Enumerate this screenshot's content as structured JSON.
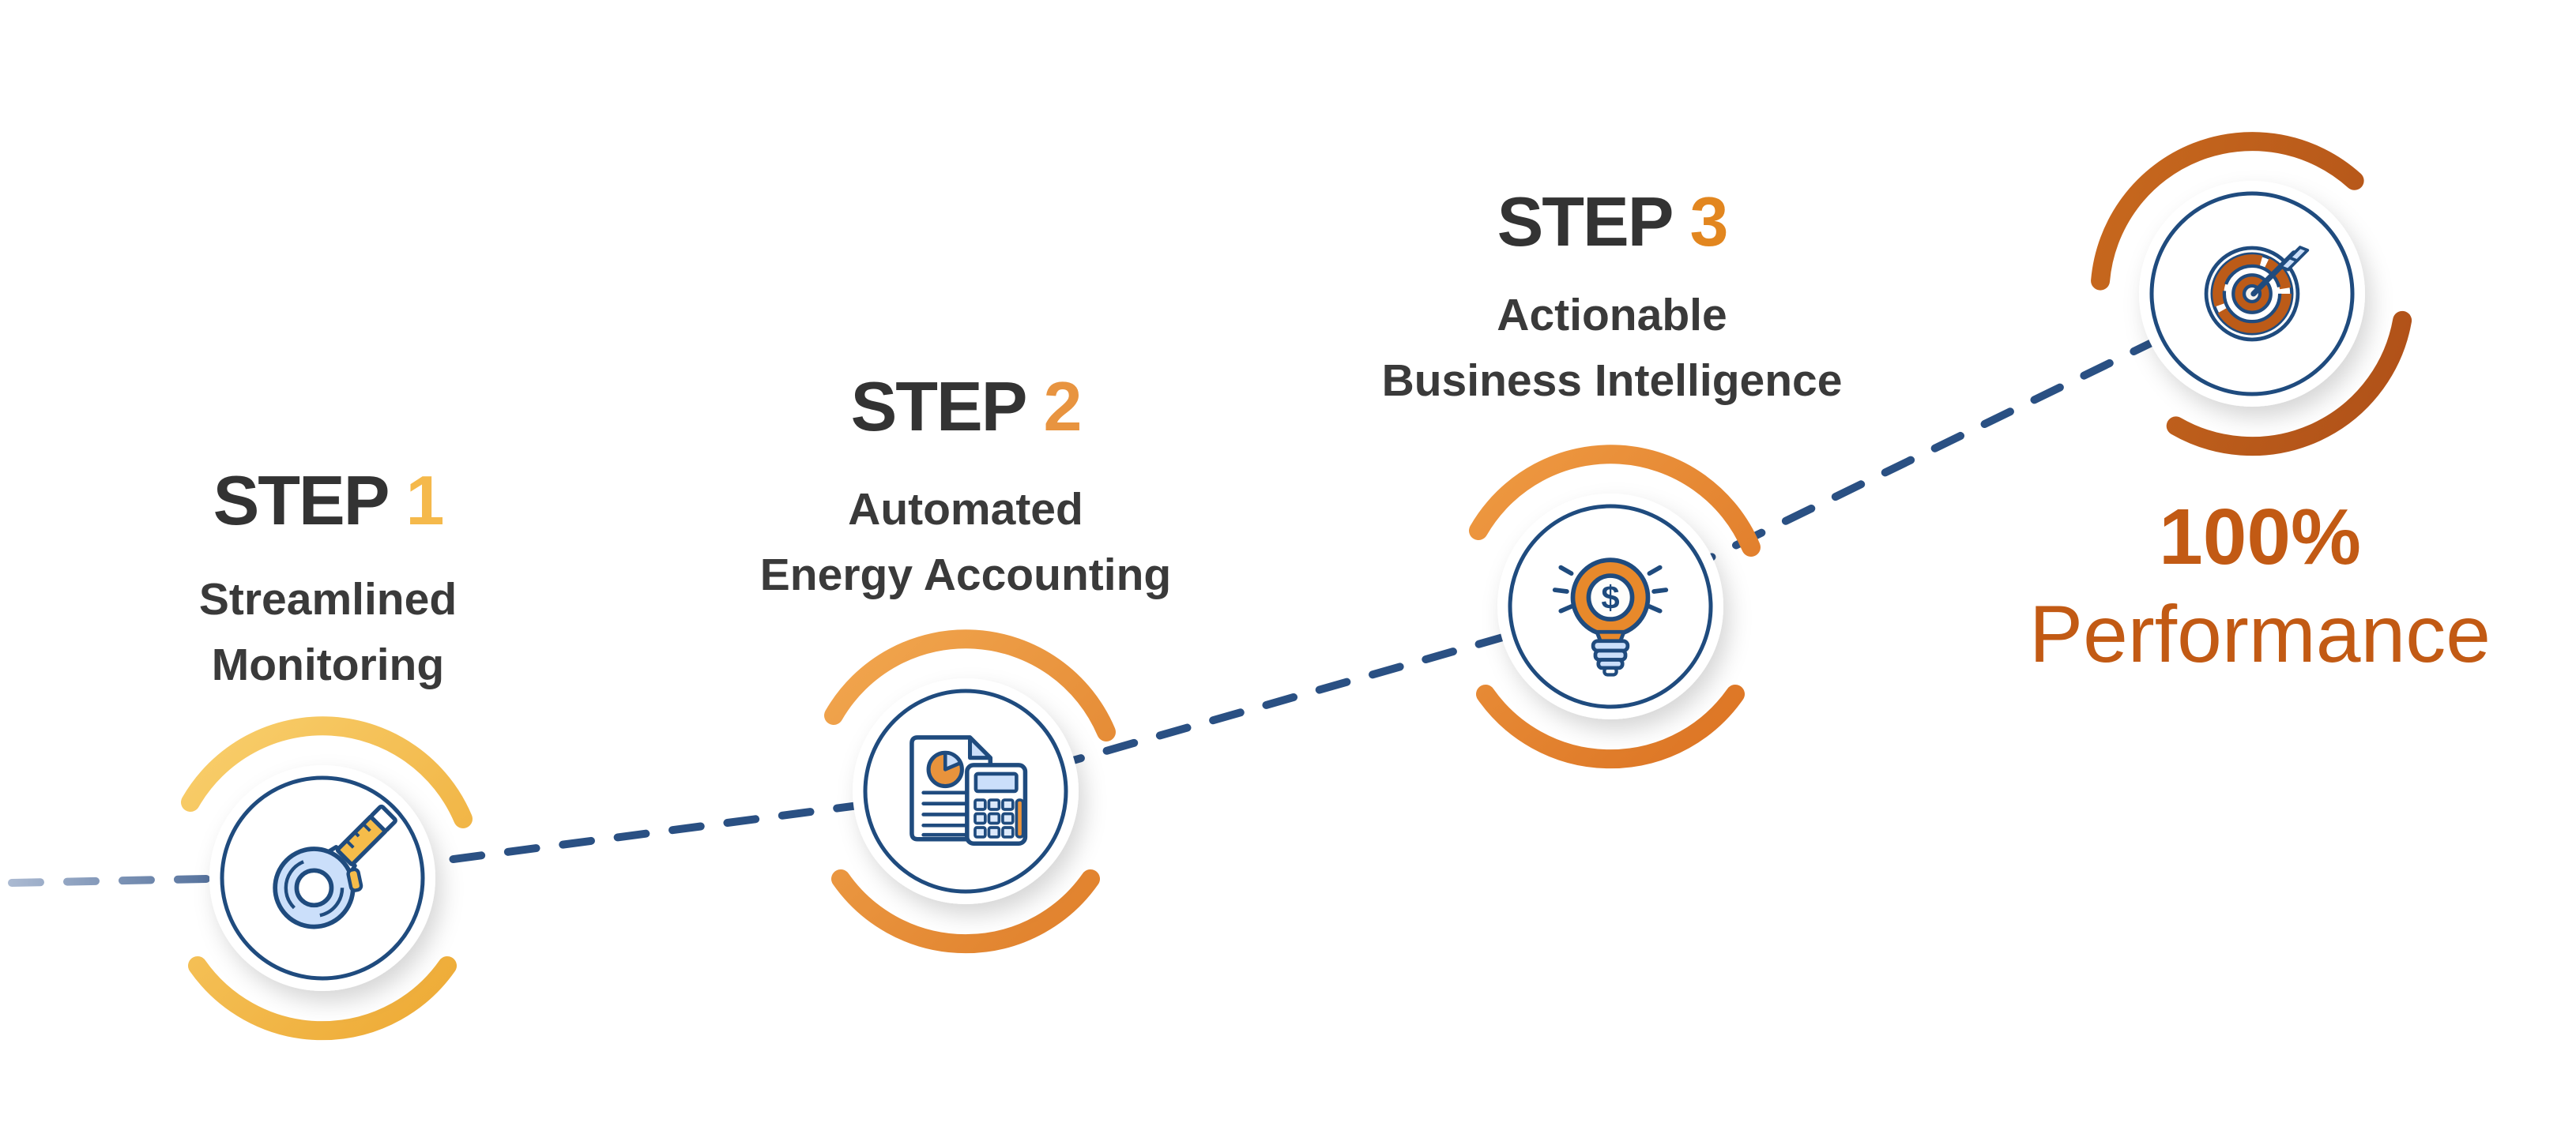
{
  "diagram": {
    "type": "process-steps-infographic",
    "connector": {
      "style": "dashed",
      "color": "#2A5083",
      "fade_in_color": "#AFBDD4"
    },
    "navy_outline_color": "#1F4B7E",
    "light_blue_fill": "#CBDFFA",
    "steps": [
      {
        "step_word": "STEP",
        "step_number": "1",
        "number_color": "#F5B94B",
        "line1": "Streamlined",
        "line2": "Monitoring",
        "icon": "tape-measure-icon",
        "arc_colors": [
          "#F9D06E",
          "#EDA832"
        ]
      },
      {
        "step_word": "STEP",
        "step_number": "2",
        "number_color": "#E89440",
        "line1": "Automated",
        "line2": "Energy Accounting",
        "icon": "document-calculator-icon",
        "arc_colors": [
          "#F2A850",
          "#DF7E2A"
        ]
      },
      {
        "step_word": "STEP",
        "step_number": "3",
        "number_color": "#E2861F",
        "line1": "Actionable",
        "line2": "Business Intelligence",
        "icon": "dollar-lightbulb-icon",
        "arc_colors": [
          "#EF9B43",
          "#DB7222"
        ]
      }
    ],
    "result": {
      "value": "100%",
      "label": "Performance",
      "color": "#C25A14",
      "icon": "target-arrow-icon",
      "arc_colors": [
        "#C96A1E",
        "#AE4F18"
      ]
    }
  }
}
